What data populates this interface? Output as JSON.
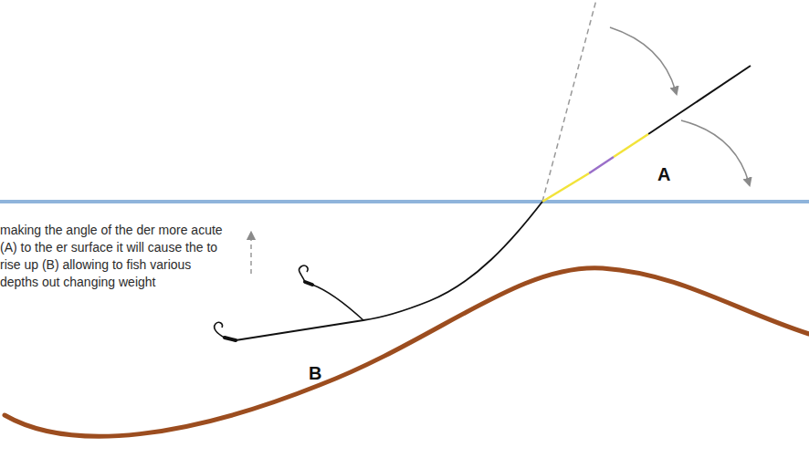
{
  "diagram": {
    "labels": [
      "making the angle of the der more acute (A) to the er surface it will cause the to rise up (B) allowing to fish various depths out changing weight",
      "A",
      "B"
    ]
  }
}
